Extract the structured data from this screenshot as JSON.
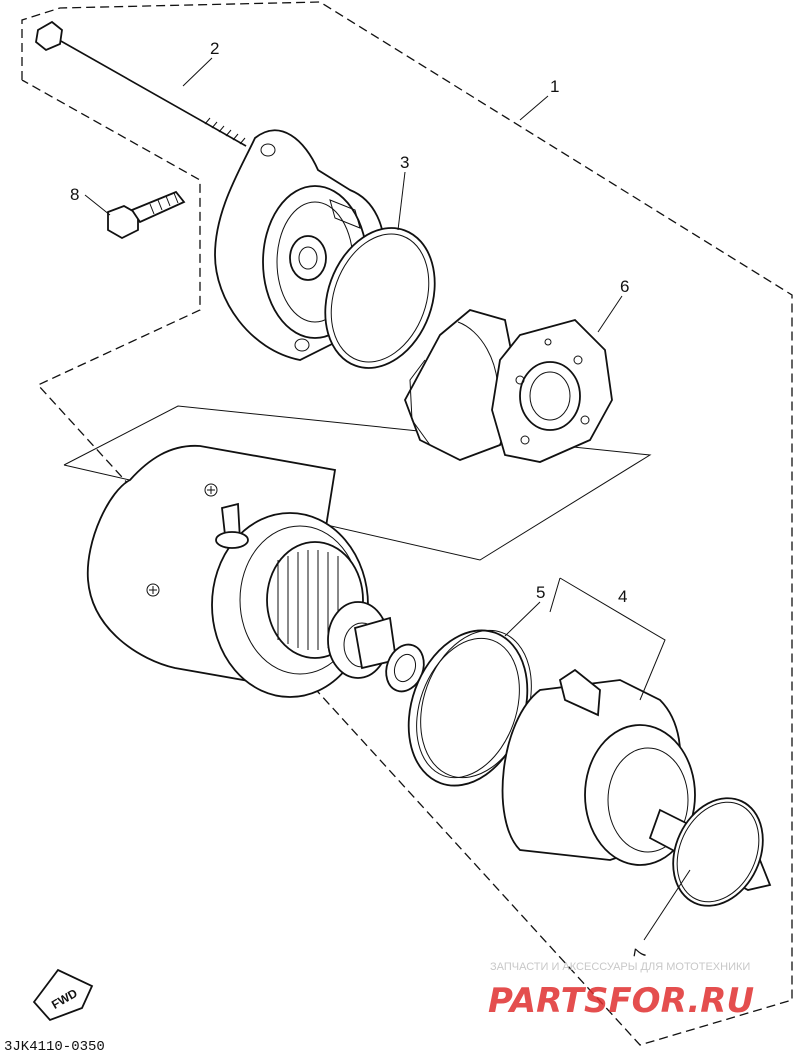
{
  "callouts": {
    "c1": "1",
    "c2": "2",
    "c3": "3",
    "c4": "4",
    "c5": "5",
    "c6": "6",
    "c7": "7",
    "c8": "8"
  },
  "diagram_code": "3JK4110-0350",
  "direction_badge": "FWD",
  "watermark": {
    "line": "ЗАПЧАСТИ И АКСЕССУАРЫ ДЛЯ МОТОТЕХНИКИ",
    "logo": "PARTSFOR.RU",
    "logo_color": "#e03030",
    "line_color": "#c8c8c8"
  }
}
